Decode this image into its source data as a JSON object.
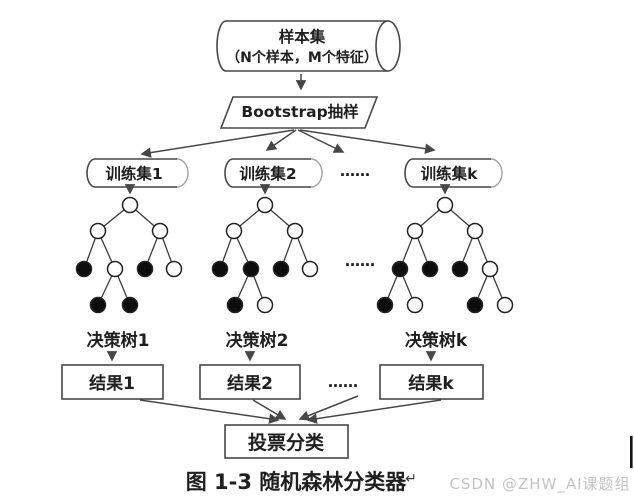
{
  "diagram": {
    "sample_set": {
      "title": "样本集",
      "subtitle": "（N个样本，M个特征）"
    },
    "bootstrap": {
      "label": "Bootstrap抽样"
    },
    "training_sets": [
      {
        "label": "训练集1"
      },
      {
        "label": "训练集2"
      },
      {
        "label": "训练集k"
      }
    ],
    "ellipsis": {
      "between_training_sets": "……",
      "between_trees": "……",
      "between_results": "……"
    },
    "trees": [
      {
        "label": "决策树1",
        "nodes": [
          "white",
          "white",
          "white",
          "black",
          "white",
          "black",
          "white",
          "black",
          "black"
        ]
      },
      {
        "label": "决策树2",
        "nodes": [
          "white",
          "white",
          "white",
          "black",
          "black",
          "black",
          "white",
          "black",
          "white"
        ]
      },
      {
        "label": "决策树k",
        "nodes": [
          "white",
          "white",
          "white",
          "black",
          "black",
          "black",
          "white",
          "black",
          "white",
          "black",
          "white"
        ]
      }
    ],
    "results": [
      {
        "label": "结果1"
      },
      {
        "label": "结果2"
      },
      {
        "label": "结果k"
      }
    ],
    "vote": {
      "label": "投票分类"
    },
    "caption": {
      "text": "图 1-3 随机森林分类器",
      "return_mark": "↵"
    },
    "watermark": {
      "text": "CSDN @ZHW_AI课题组"
    },
    "colors": {
      "stroke": "#474747",
      "text": "#1f1f1f",
      "node_fill": "#0d0d0d",
      "node_empty": "#ffffff",
      "watermark": "#c4c3c3",
      "background": "#ffffff",
      "caret": "#151515"
    }
  }
}
